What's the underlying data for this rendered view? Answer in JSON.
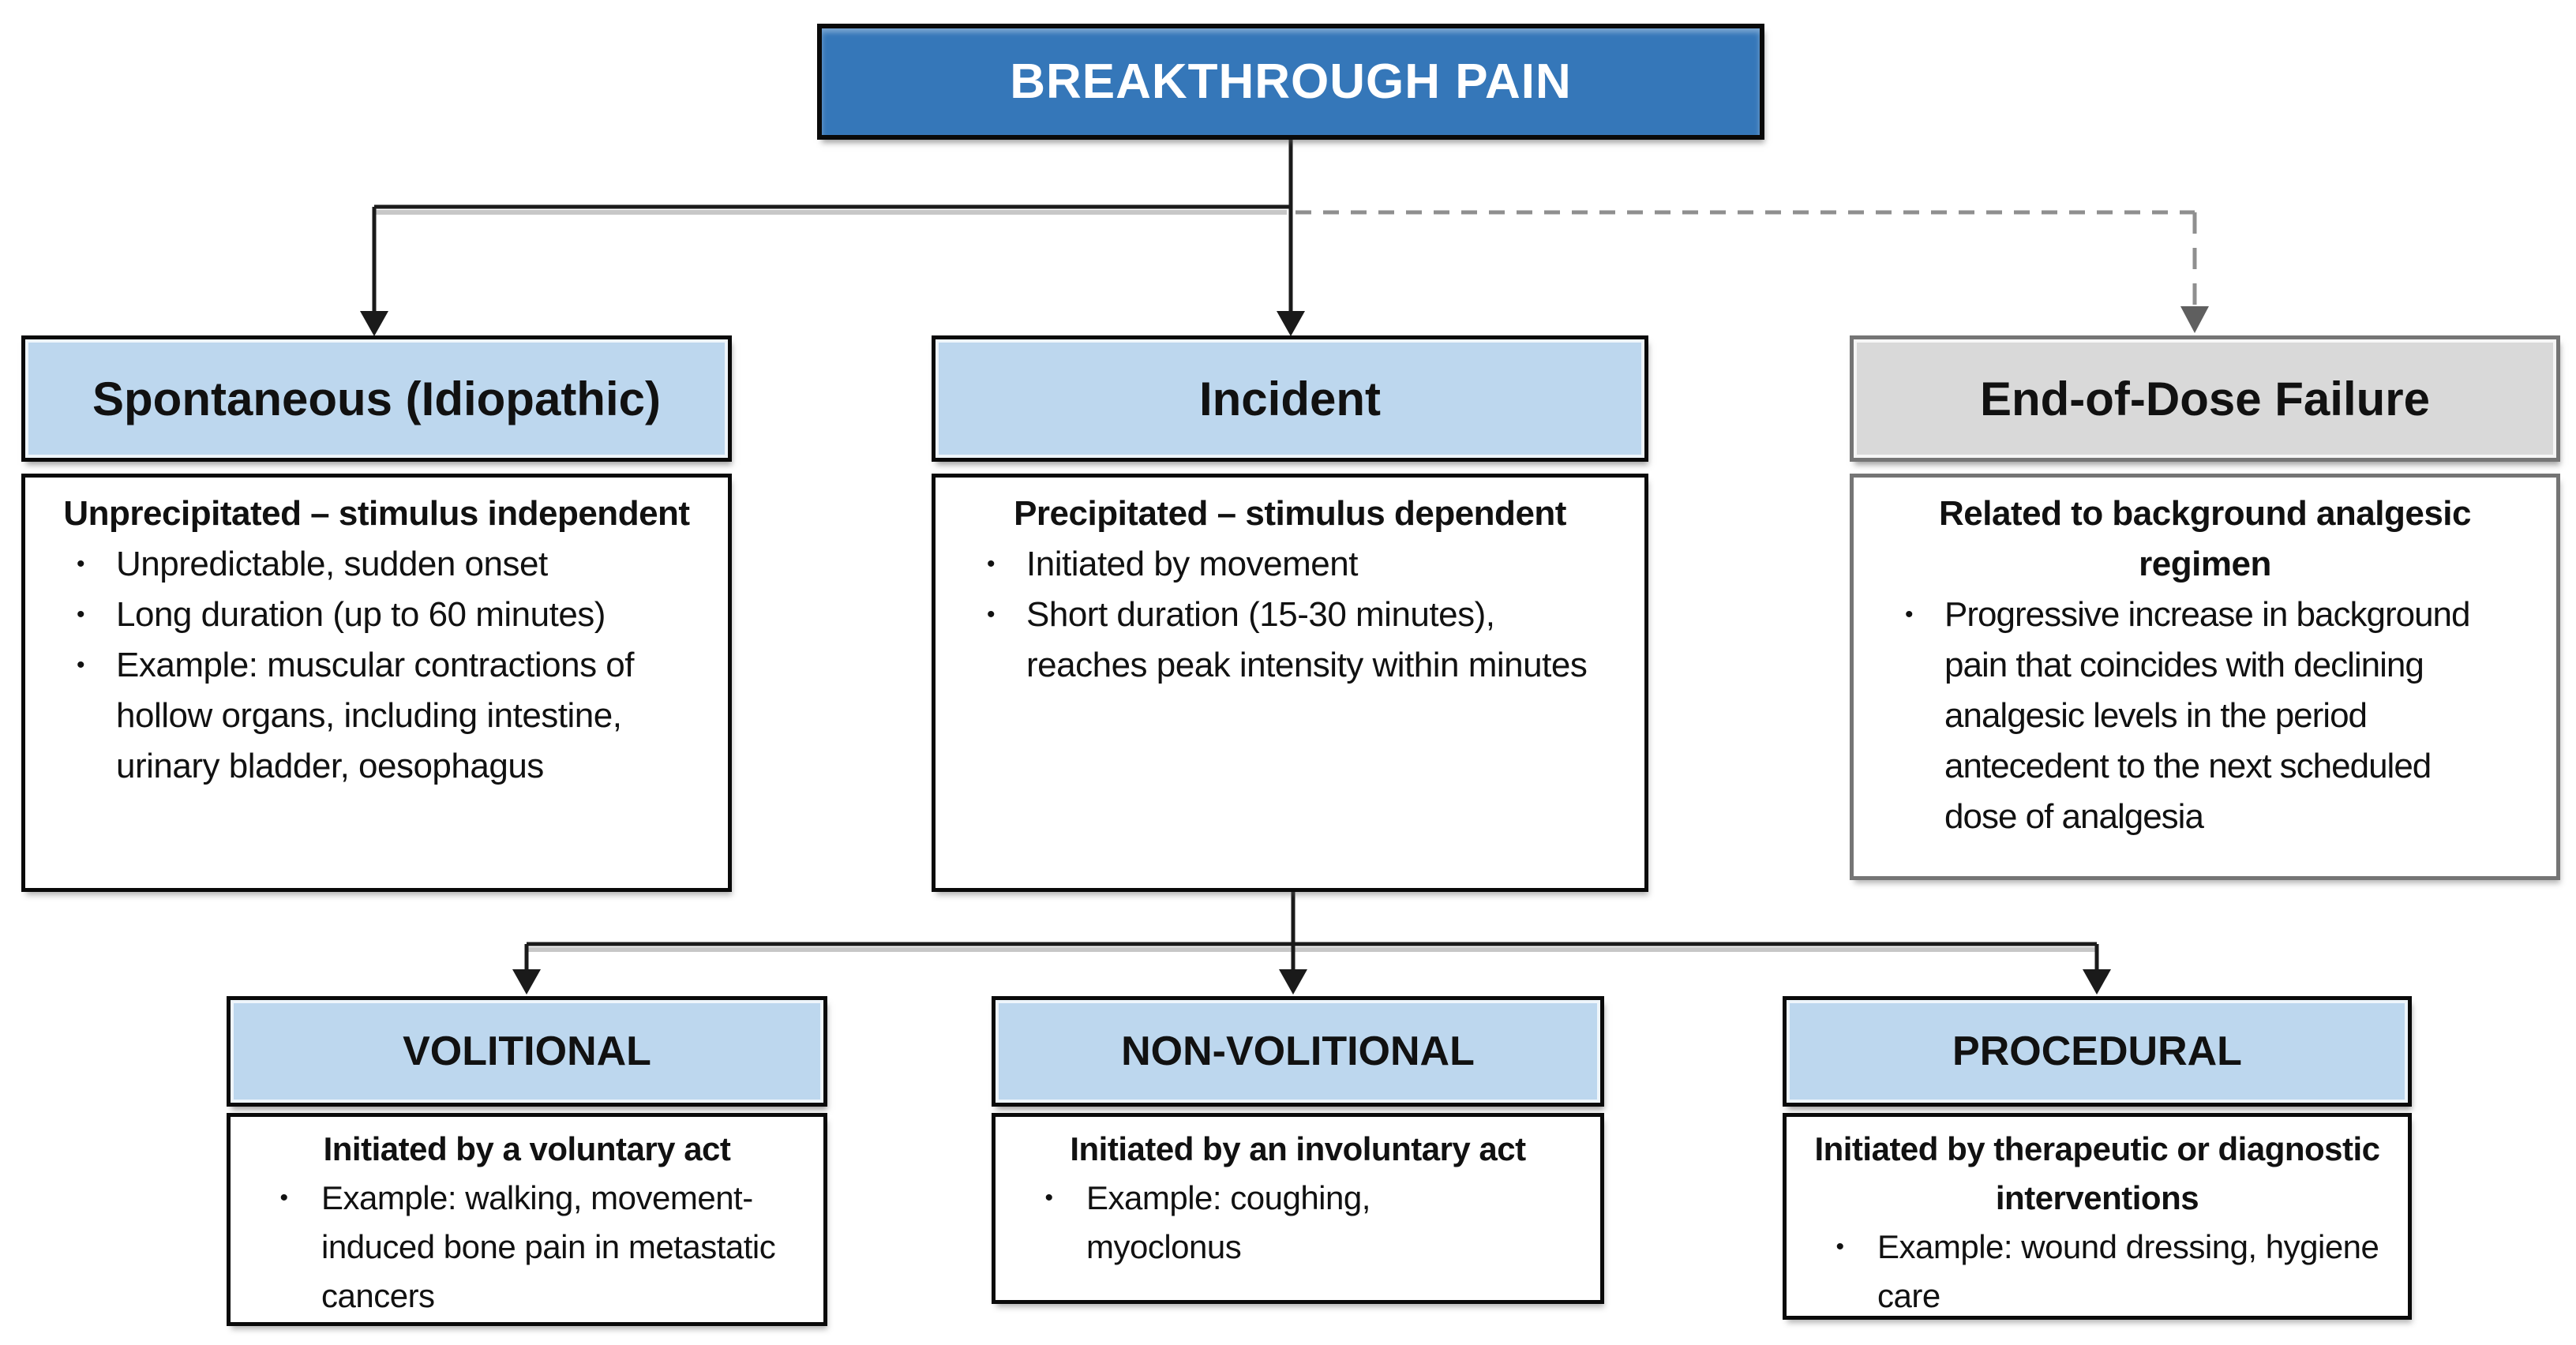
{
  "diagram": {
    "title": "BREAKTHROUGH PAIN",
    "colors": {
      "root_fill": "#3577B9",
      "root_text": "#FFFFFF",
      "header_blue": "#BDD7EE",
      "header_gray": "#D9D9D9",
      "border_black": "#0A0A0A",
      "border_gray": "#757575",
      "connector": "#1A1A1A",
      "connector_dashed": "#8F8F8F",
      "dashed_arrow": "#5F5F5F"
    },
    "nodes": {
      "spontaneous": {
        "title": "Spontaneous (Idiopathic)",
        "heading": "Unprecipitated – stimulus independent",
        "bullets": [
          "Unpredictable, sudden onset",
          "Long duration (up to 60 minutes)",
          "Example: muscular contractions of hollow organs, including intestine, urinary bladder, oesophagus"
        ]
      },
      "incident": {
        "title": "Incident",
        "heading": "Precipitated – stimulus dependent",
        "bullets": [
          "Initiated by movement",
          "Short duration (15-30 minutes), reaches peak intensity within minutes"
        ]
      },
      "end_of_dose": {
        "title": "End-of-Dose Failure",
        "heading": "Related to background analgesic regimen",
        "bullets": [
          "Progressive increase in background pain that coincides with declining analgesic levels in the period antecedent to the next scheduled dose of analgesia"
        ]
      },
      "volitional": {
        "title": "VOLITIONAL",
        "heading": "Initiated by a voluntary act",
        "bullets": [
          "Example: walking, movement-induced bone pain in metastatic cancers"
        ]
      },
      "non_volitional": {
        "title": "NON-VOLITIONAL",
        "heading": "Initiated by an involuntary act",
        "bullets": [
          "Example: coughing, myoclonus"
        ]
      },
      "procedural": {
        "title": "PROCEDURAL",
        "heading": "Initiated by therapeutic or diagnostic interventions",
        "bullets": [
          "Example: wound dressing, hygiene care"
        ]
      }
    }
  }
}
